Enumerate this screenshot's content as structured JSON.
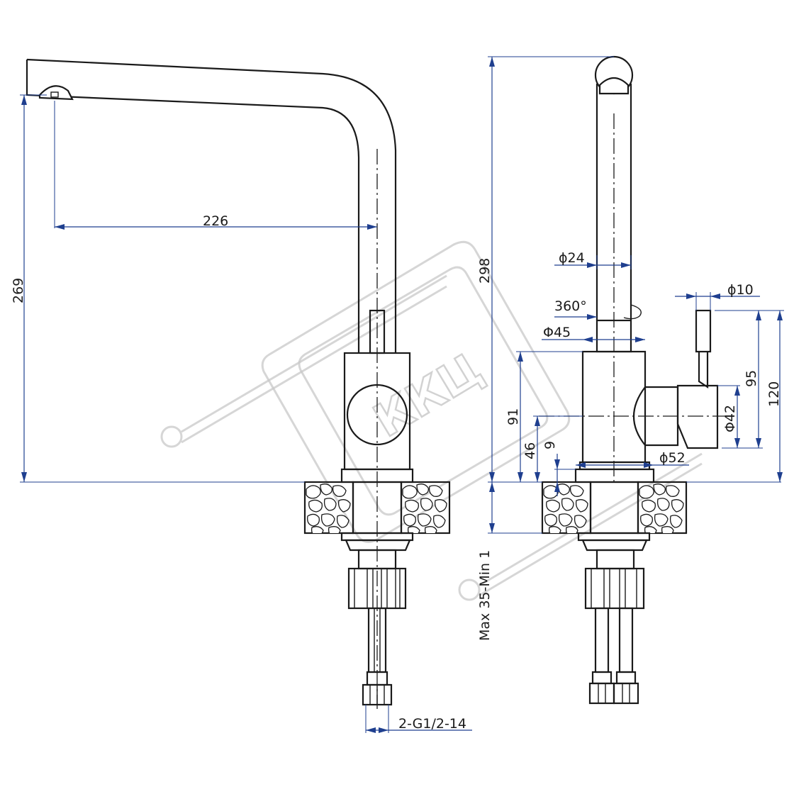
{
  "watermark": {
    "text": "ККЦ"
  },
  "dimensions": {
    "spout_reach": "226",
    "height_left": "269",
    "height_total": "298",
    "spout_diameter": "ϕ24",
    "rotation": "360°",
    "body_diameter": "Φ45",
    "lever_diameter": "ϕ10",
    "height_91": "91",
    "height_46": "46",
    "height_9": "9",
    "base_diameter": "ϕ52",
    "lever_height_95": "95",
    "lever_height_120": "120",
    "knob_diameter": "Φ42",
    "countertop": "Max 35-Min 1",
    "connection": "2-G1/2-14"
  }
}
